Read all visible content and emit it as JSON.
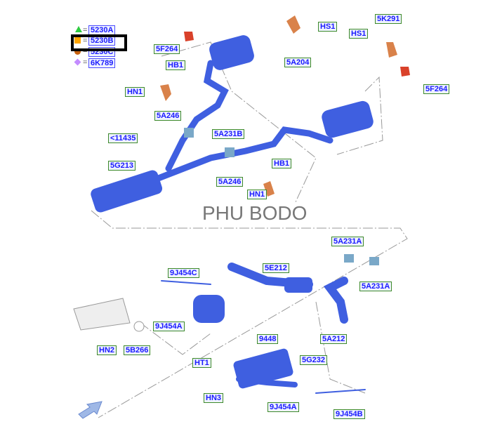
{
  "legend": [
    {
      "symbol": "green-triangle",
      "code": "5230A"
    },
    {
      "symbol": "orange-square",
      "code": "5230B"
    },
    {
      "symbol": "brown-circle",
      "code": "5230C"
    },
    {
      "symbol": "purple-diamond",
      "code": "6K789"
    }
  ],
  "highlighted": "5230B",
  "watermark": "PHU BODO",
  "labels": {
    "l1": "5F264",
    "l2": "HB1",
    "l3": "HN1",
    "l4": "5A246",
    "l5": "<11435",
    "l6": "5A231B",
    "l7": "5G213",
    "l8": "HS1",
    "l9": "5A204",
    "l10": "5K291",
    "l11": "HS1",
    "l12": "5F264",
    "l13": "HB1",
    "l14": "5A246",
    "l15": "HN1",
    "l16": "5A231A",
    "l17": "5A231A",
    "l18": "9J454C",
    "l19": "5E212",
    "l20": "9J454A",
    "l21": "HN2",
    "l22": "5B266",
    "l23": "5A212",
    "l24": "9448",
    "l25": "5G232",
    "l26": "HT1",
    "l27": "HN3",
    "l28": "9J454A",
    "l29": "9J454B"
  },
  "colors": {
    "pipe": "#3f5fe0",
    "label_border": "#3d8a2a",
    "label_text": "#1a1aff"
  }
}
